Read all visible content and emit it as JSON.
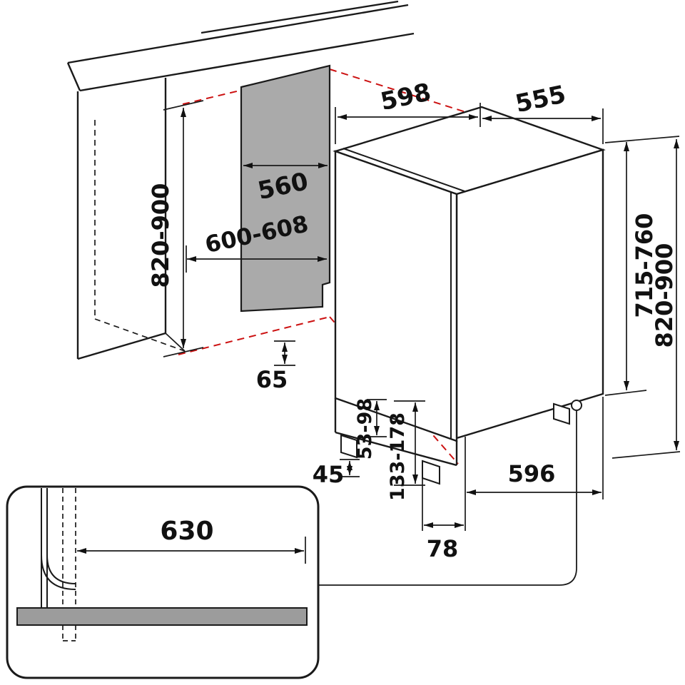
{
  "diagram": {
    "kind": "appliance-installation-dimension-drawing",
    "views": {
      "main": "built-in dishwasher niche with appliance, isometric",
      "inset": "plinth / hose detail"
    }
  },
  "dims": {
    "top_width": "598",
    "top_depth": "555",
    "niche_width": "560",
    "niche_opening_width": "600-608",
    "niche_height": "820-900",
    "appliance_height": "715-760",
    "overall_height_right": "820-900",
    "foot_clearance": "65",
    "plinth_small": "45",
    "range_a": "53-98",
    "range_b": "133-178",
    "base_depth": "596",
    "rear_offset": "78",
    "plinth_recess_width": "630"
  },
  "colors": {
    "line": "#1a1a1a",
    "projection": "#cc1111",
    "panel_fill": "#aaaaaa",
    "plinth_fill": "#9c9c9c"
  }
}
